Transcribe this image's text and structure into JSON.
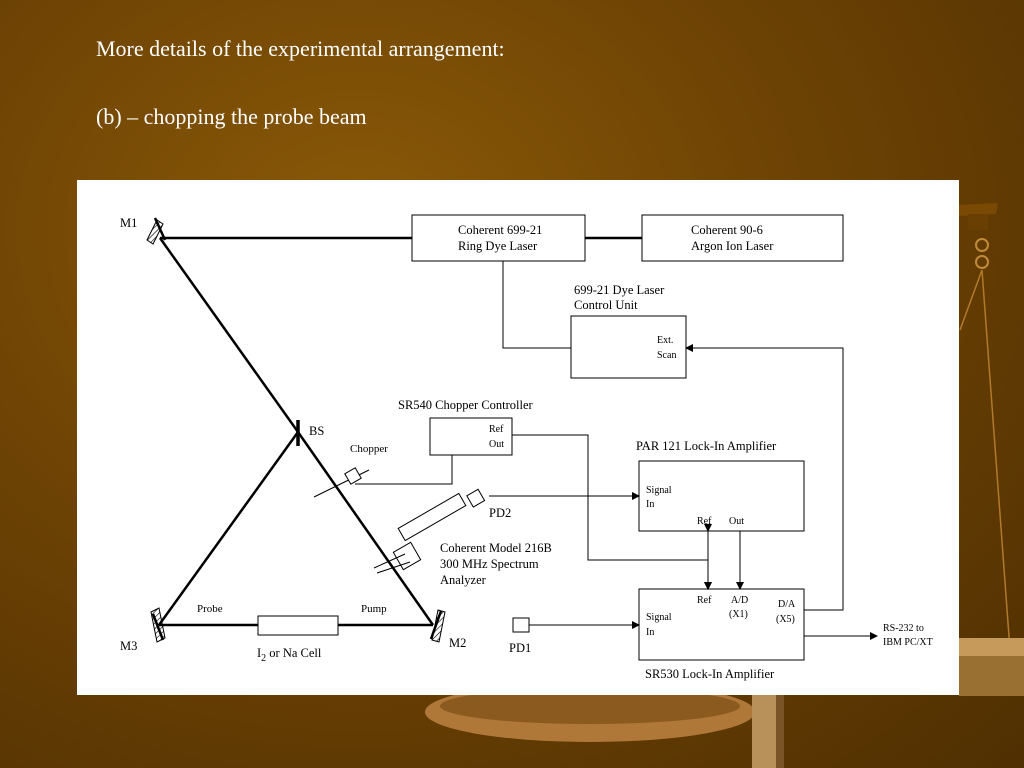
{
  "slide": {
    "title": "More details of the experimental arrangement:",
    "subtitle": "(b) – chopping the probe beam"
  },
  "colors": {
    "background": "#6e4304",
    "panel": "#ffffff",
    "text": "#ffffff",
    "ink": "#000000"
  },
  "diagram": {
    "mirrors": {
      "m1": "M1",
      "m2": "M2",
      "m3": "M3"
    },
    "beam_splitter": "BS",
    "chopper": "Chopper",
    "beam_labels": {
      "probe": "Probe",
      "pump": "Pump"
    },
    "cell": {
      "main": "I",
      "sub": "2",
      "rest": " or Na Cell"
    },
    "photodiodes": {
      "pd1": "PD1",
      "pd2": "PD2"
    },
    "ring_laser": {
      "line1": "Coherent 699-21",
      "line2": "Ring Dye Laser"
    },
    "argon_laser": {
      "line1": "Coherent 90-6",
      "line2": "Argon Ion Laser"
    },
    "dye_control": {
      "title1": "699-21 Dye Laser",
      "title2": "Control Unit",
      "port1": "Ext.",
      "port2": "Scan"
    },
    "chopper_controller": {
      "title": "SR540 Chopper Controller",
      "port1": "Ref",
      "port2": "Out"
    },
    "spectrum_analyzer": {
      "line1": "Coherent Model 216B",
      "line2": "300 MHz Spectrum",
      "line3": "Analyzer"
    },
    "par_lockin": {
      "title": "PAR 121 Lock-In Amplifier",
      "signal1": "Signal",
      "signal2": "In",
      "ref": "Ref",
      "out": "Out"
    },
    "sr530_lockin": {
      "title": "SR530 Lock-In Amplifier",
      "signal1": "Signal",
      "signal2": "In",
      "ref": "Ref",
      "ad1": "A/D",
      "ad2": "(X1)",
      "da1": "D/A",
      "da2": "(X5)"
    },
    "rs232": {
      "line1": "RS-232 to",
      "line2": "IBM PC/XT"
    }
  }
}
